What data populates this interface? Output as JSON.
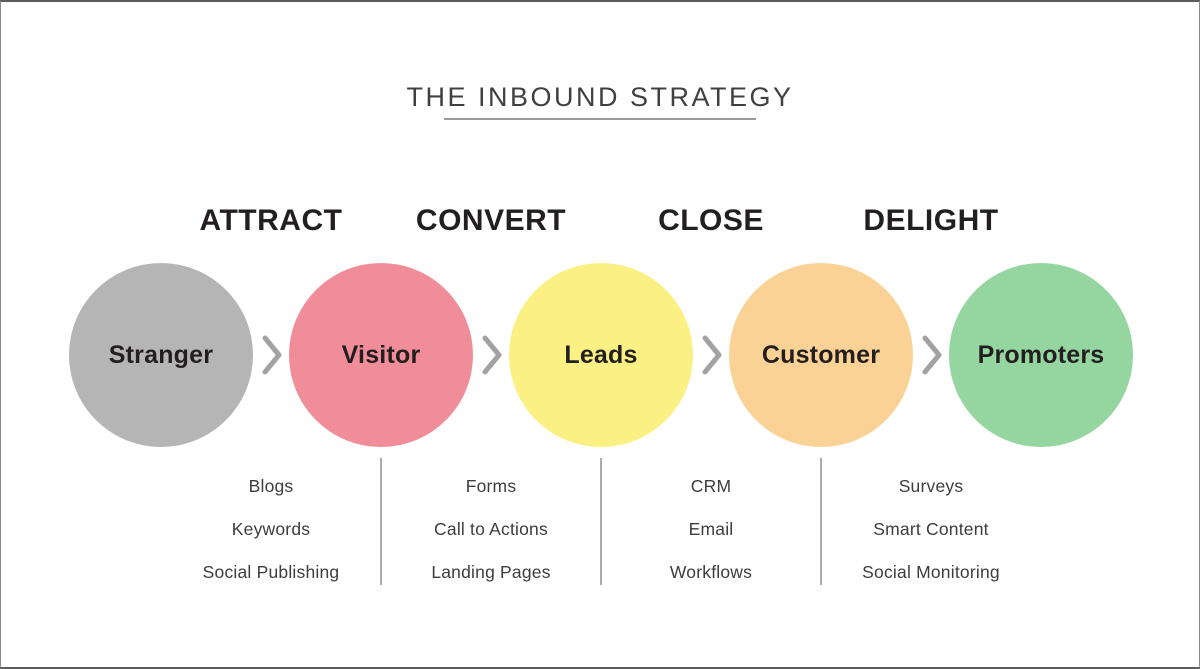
{
  "page": {
    "title": "THE INBOUND STRATEGY"
  },
  "stages": [
    {
      "label": "ATTRACT",
      "tools": [
        "Blogs",
        "Keywords",
        "Social Publishing"
      ]
    },
    {
      "label": "CONVERT",
      "tools": [
        "Forms",
        "Call to Actions",
        "Landing Pages"
      ]
    },
    {
      "label": "CLOSE",
      "tools": [
        "CRM",
        "Email",
        "Workflows"
      ]
    },
    {
      "label": "DELIGHT",
      "tools": [
        "Surveys",
        "Smart Content",
        "Social Monitoring"
      ]
    }
  ],
  "personas": [
    {
      "label": "Stranger",
      "color": "#b5b5b5"
    },
    {
      "label": "Visitor",
      "color": "#f08d99"
    },
    {
      "label": "Leads",
      "color": "#faf083"
    },
    {
      "label": "Customer",
      "color": "#fad296"
    },
    {
      "label": "Promoters",
      "color": "#95d6a0"
    }
  ],
  "icons": {
    "chevron_color": "#a2a2a2"
  },
  "colors": {
    "heading_text": "#231f20",
    "title_text": "#404040",
    "list_text": "#3d3d3d",
    "divider": "#ababab"
  }
}
